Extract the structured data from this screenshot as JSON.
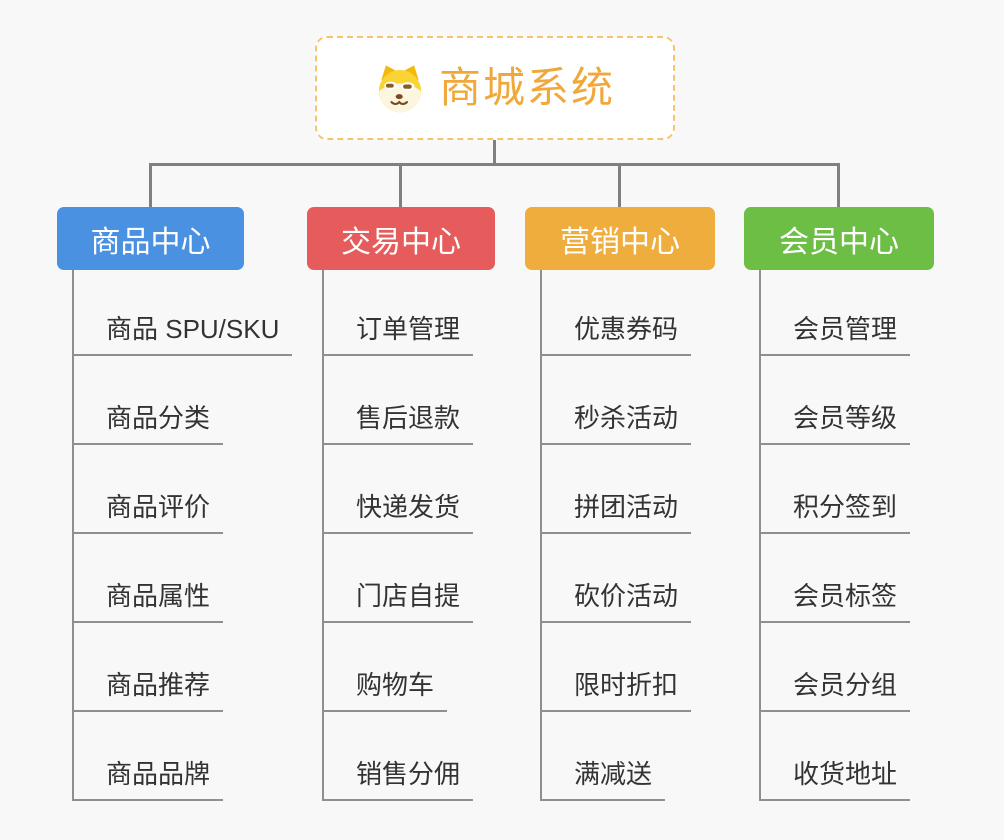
{
  "root": {
    "title": "商城系统",
    "icon": "doge-icon"
  },
  "branches": [
    {
      "label": "商品中心",
      "color": "#4b91e2",
      "children": [
        "商品 SPU/SKU",
        "商品分类",
        "商品评价",
        "商品属性",
        "商品推荐",
        "商品品牌"
      ]
    },
    {
      "label": "交易中心",
      "color": "#e65c5c",
      "children": [
        "订单管理",
        "售后退款",
        "快递发货",
        "门店自提",
        "购物车",
        "销售分佣"
      ]
    },
    {
      "label": "营销中心",
      "color": "#efad3e",
      "children": [
        "优惠券码",
        "秒杀活动",
        "拼团活动",
        "砍价活动",
        "限时折扣",
        "满减送"
      ]
    },
    {
      "label": "会员中心",
      "color": "#6cbe45",
      "children": [
        "会员管理",
        "会员等级",
        "积分签到",
        "会员标签",
        "会员分组",
        "收货地址"
      ]
    }
  ],
  "colors": {
    "background": "#f8f8f8",
    "root_border": "#f6c46e",
    "root_title": "#f0a83a",
    "connector": "#808080",
    "child_text": "#333333",
    "child_underline": "#8f8f8f"
  }
}
